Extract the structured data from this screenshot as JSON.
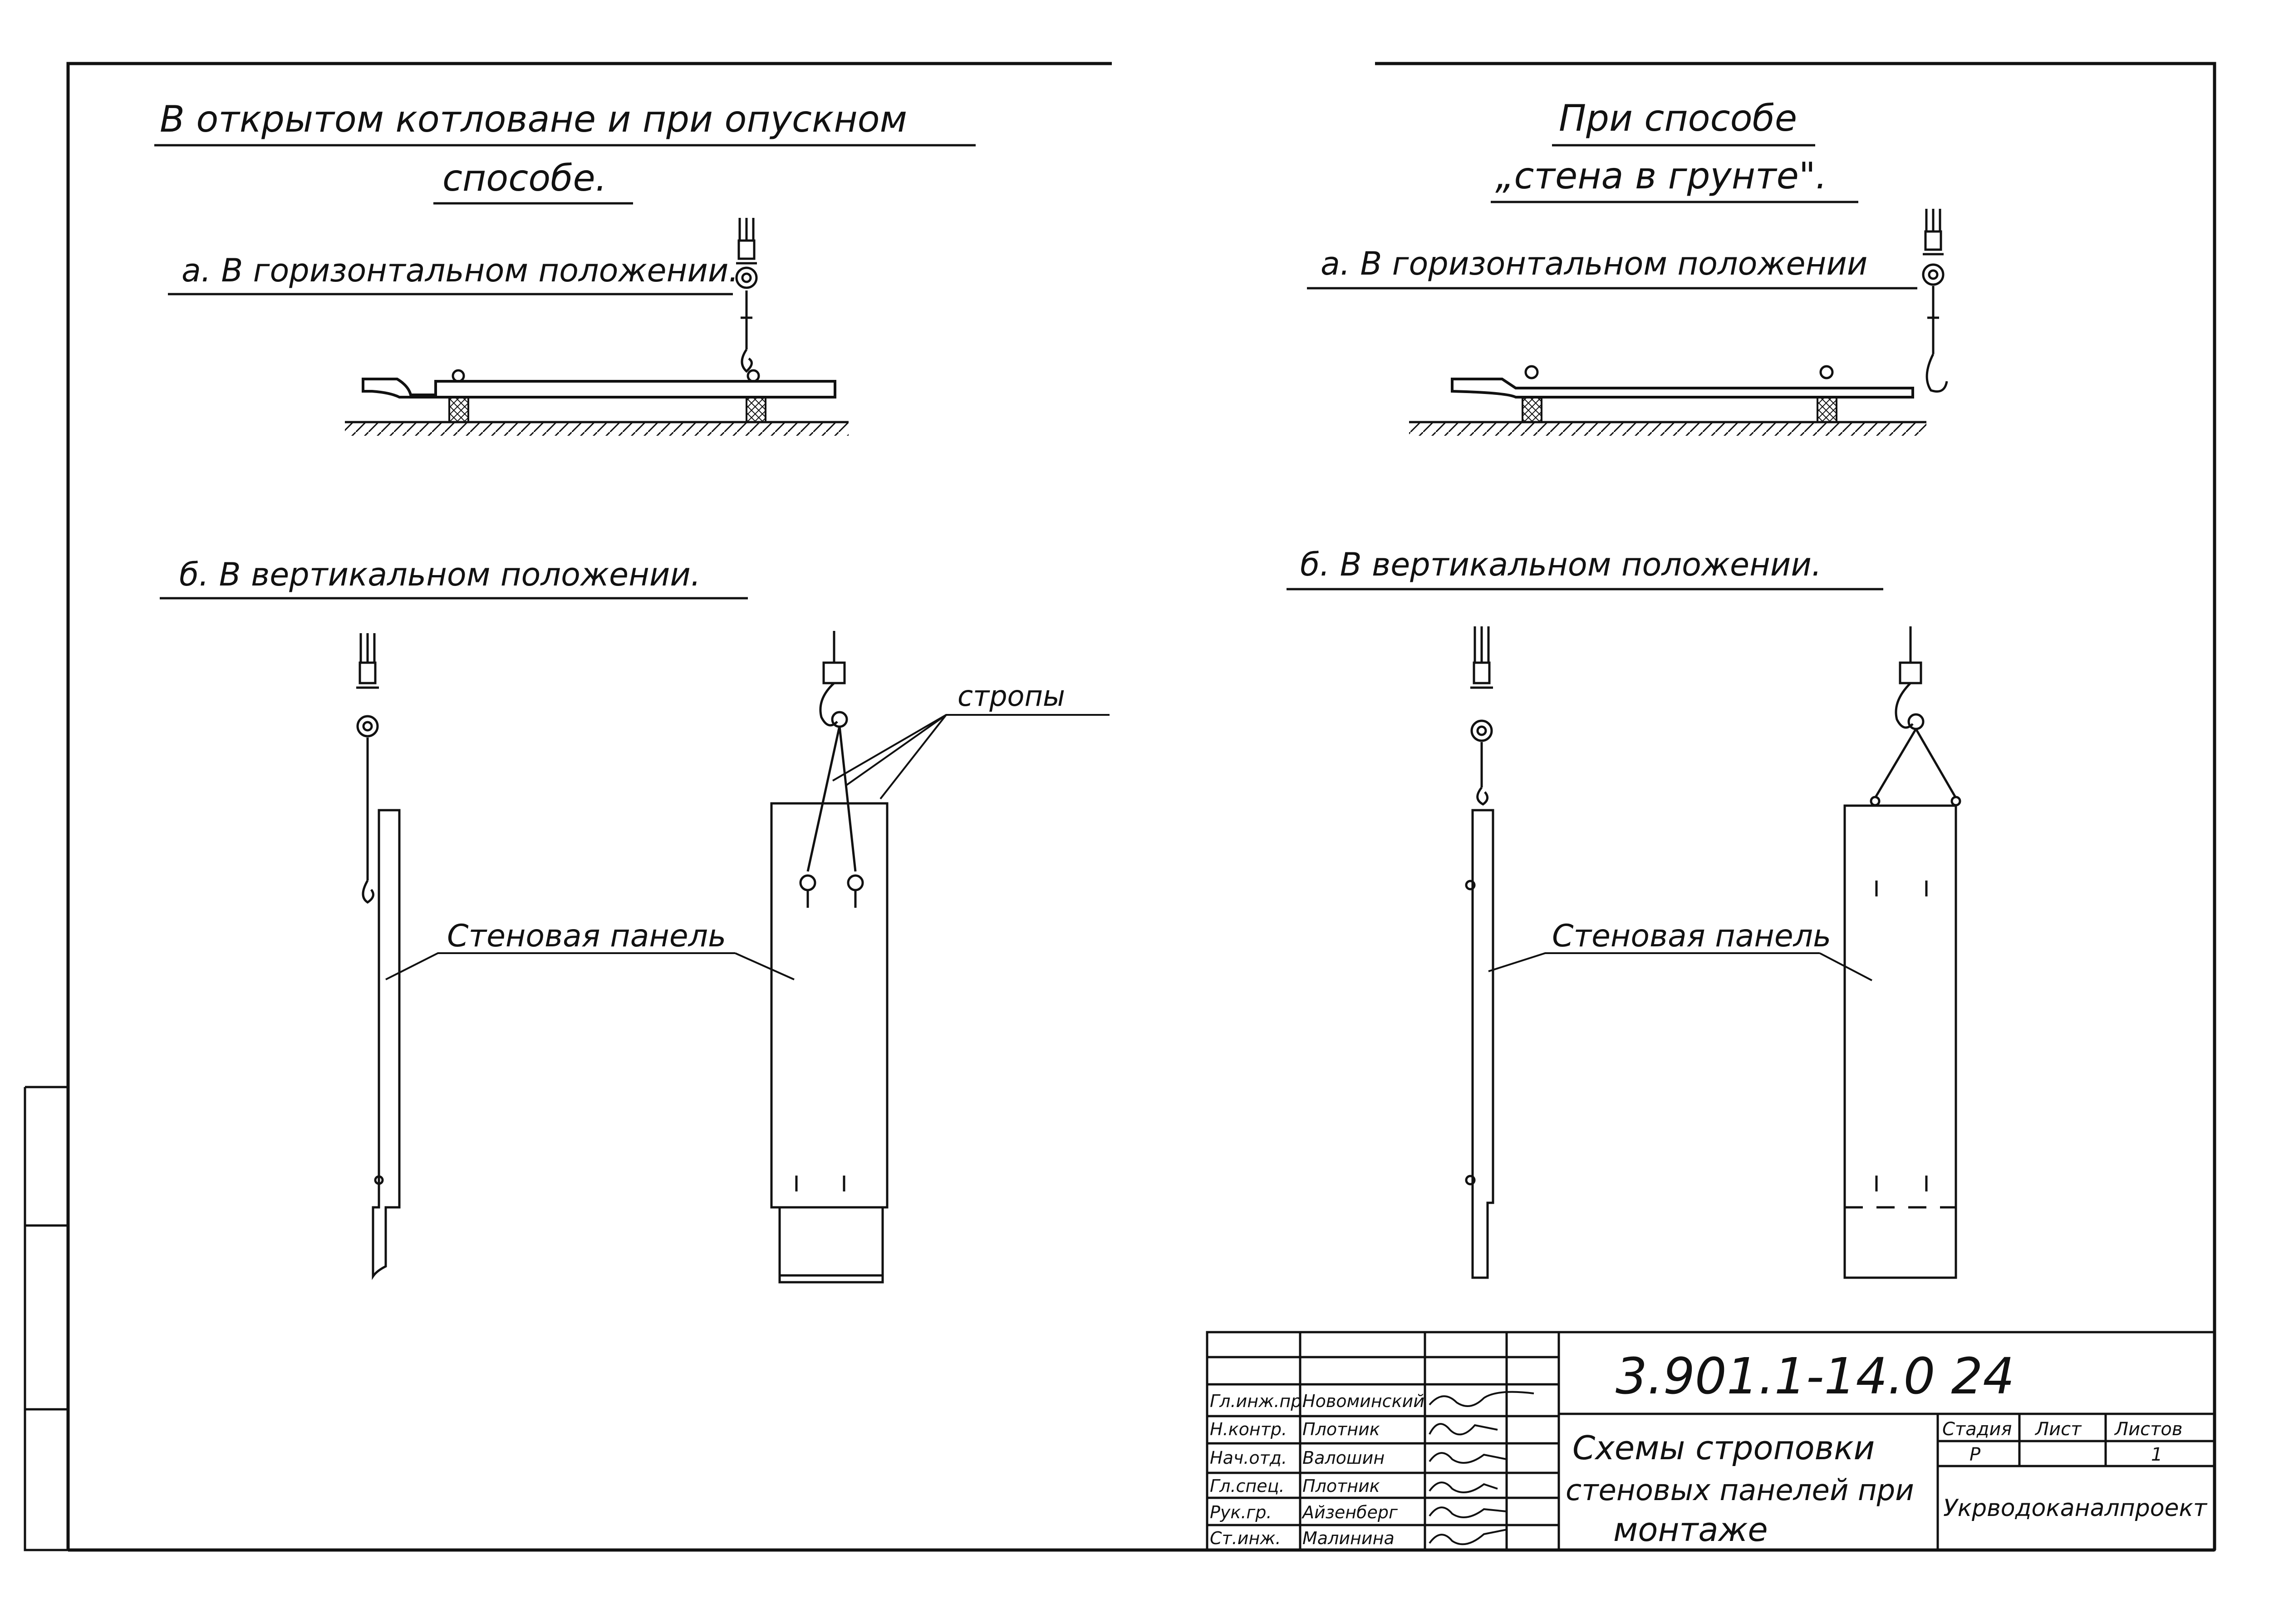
{
  "left": {
    "heading_line1": "В открытом котловане и при опускном",
    "heading_line2": "способе.",
    "sub_a": "а. В горизонтальном положении.",
    "sub_b": "б. В вертикальном положении.",
    "label_panel": "Стеновая панель",
    "label_straps": "стропы"
  },
  "right": {
    "heading_line1": "При способе",
    "heading_line2": "„стена в грунте\".",
    "sub_a": "а. В горизонтальном положении",
    "sub_b": "б. В вертикальном положении.",
    "label_panel": "Стеновая панель"
  },
  "title_block": {
    "doc_code": "3.901.1-14.0 24",
    "title_line1": "Схемы строповки",
    "title_line2": "стеновых панелей при",
    "title_line3": "монтаже",
    "col_stage": "Стадия",
    "col_sheet": "Лист",
    "col_sheets": "Листов",
    "stage_value": "Р",
    "sheets_value": "1",
    "organization": "Укрводоканалпроект",
    "people": [
      {
        "role": "Гл.инж.пр.",
        "name": "Новоминский"
      },
      {
        "role": "Н.контр.",
        "name": "Плотник"
      },
      {
        "role": "Нач.отд.",
        "name": "Валошин"
      },
      {
        "role": "Гл.спец.",
        "name": "Плотник"
      },
      {
        "role": "Рук.гр.",
        "name": "Айзенберг"
      },
      {
        "role": "Ст.инж.",
        "name": "Малинина"
      }
    ]
  }
}
